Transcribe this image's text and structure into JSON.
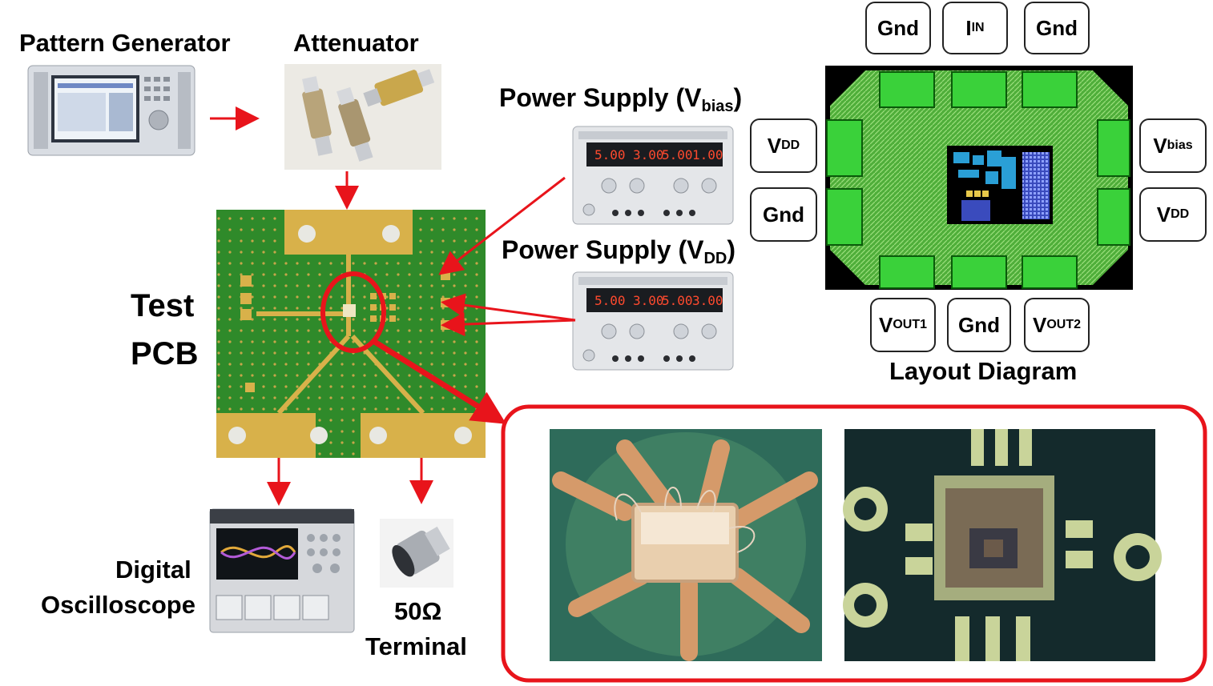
{
  "labels": {
    "pattern_generator": "Pattern Generator",
    "attenuator": "Attenuator",
    "power_supply_bias_main": "Power Supply (V",
    "power_supply_bias_sub": "bias",
    "power_supply_dd_main": "Power Supply (V",
    "power_supply_dd_sub": "DD",
    "close_paren": ")",
    "test": "Test",
    "pcb": "PCB",
    "digital": "Digital",
    "oscilloscope": "Oscilloscope",
    "terminal_value": "50Ω",
    "terminal": "Terminal",
    "layout_diagram": "Layout Diagram"
  },
  "pins": {
    "gnd": "Gnd",
    "i": "I",
    "in_sub": "IN",
    "v": "V",
    "dd_sub": "DD",
    "bias_sub": "bias",
    "out1_sub": "OUT1",
    "out2_sub": "OUT2"
  },
  "colors": {
    "arrow": "#e8141b",
    "pcb_green": "#2f8a2a",
    "gold": "#d8b14a",
    "layout_green": "#56c13a"
  }
}
